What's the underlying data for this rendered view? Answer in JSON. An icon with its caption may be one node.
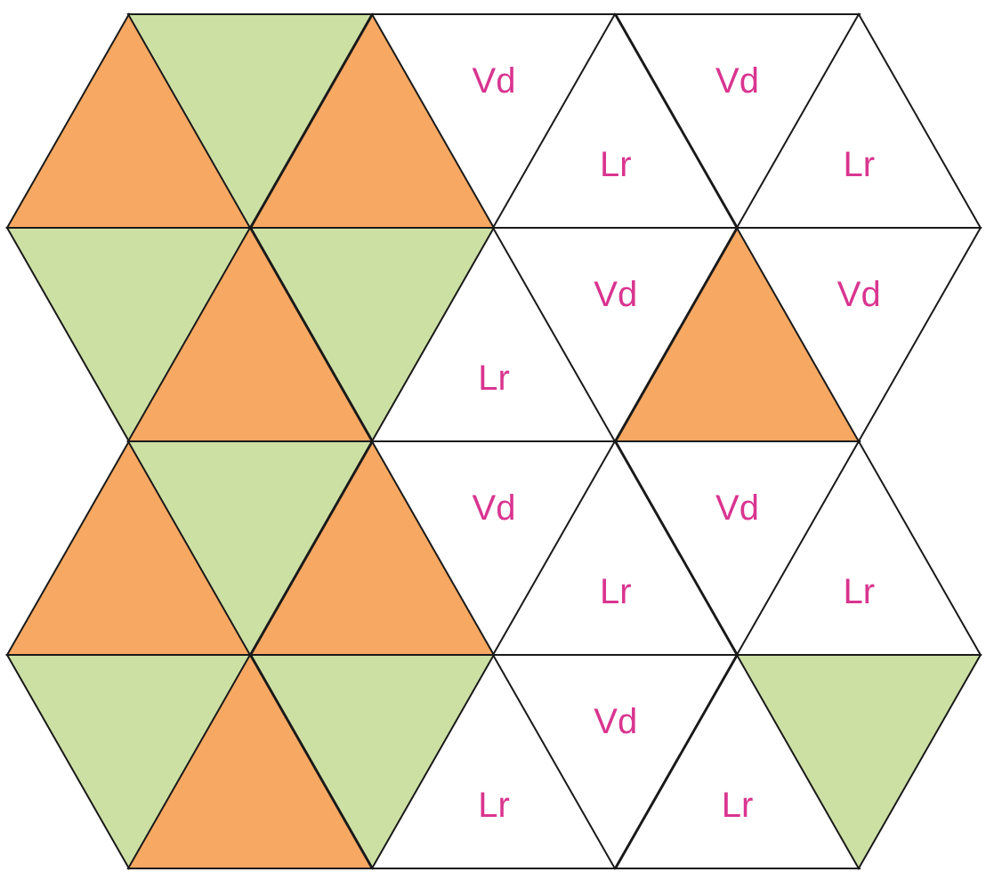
{
  "diagram": {
    "nodes": [
      {
        "text": [],
        "shape": "triangle"
      },
      {
        "text": [],
        "shape": "triangle"
      },
      {
        "text": [],
        "shape": "triangle"
      },
      {
        "text": [
          "Vd"
        ]
      },
      {
        "text": [
          "Lr"
        ]
      },
      {
        "text": [
          "Vd"
        ]
      },
      {
        "text": [
          "Lr"
        ]
      },
      {
        "text": [],
        "shape": "triangle"
      },
      {
        "text": [],
        "shape": "triangle"
      },
      {
        "text": [],
        "shape": "triangle"
      },
      {
        "text": [
          "Lr"
        ]
      },
      {
        "text": [
          "Vd"
        ]
      },
      {
        "text": [],
        "shape": "triangle"
      },
      {
        "text": [
          "Vd"
        ]
      },
      {
        "text": [],
        "shape": "triangle"
      },
      {
        "text": [],
        "shape": "triangle"
      },
      {
        "text": [],
        "shape": "triangle"
      },
      {
        "text": [
          "Vd"
        ]
      },
      {
        "text": [
          "Lr"
        ]
      },
      {
        "text": [
          "Vd"
        ]
      },
      {
        "text": [
          "Lr"
        ]
      },
      {
        "text": [],
        "shape": "triangle"
      },
      {
        "text": [],
        "shape": "triangle"
      },
      {
        "text": [],
        "shape": "triangle"
      },
      {
        "text": [
          "Lr"
        ]
      },
      {
        "text": [
          "Vd"
        ]
      },
      {
        "text": [
          "Lr"
        ]
      },
      {
        "text": [],
        "shape": "triangle"
      }
    ]
  }
}
